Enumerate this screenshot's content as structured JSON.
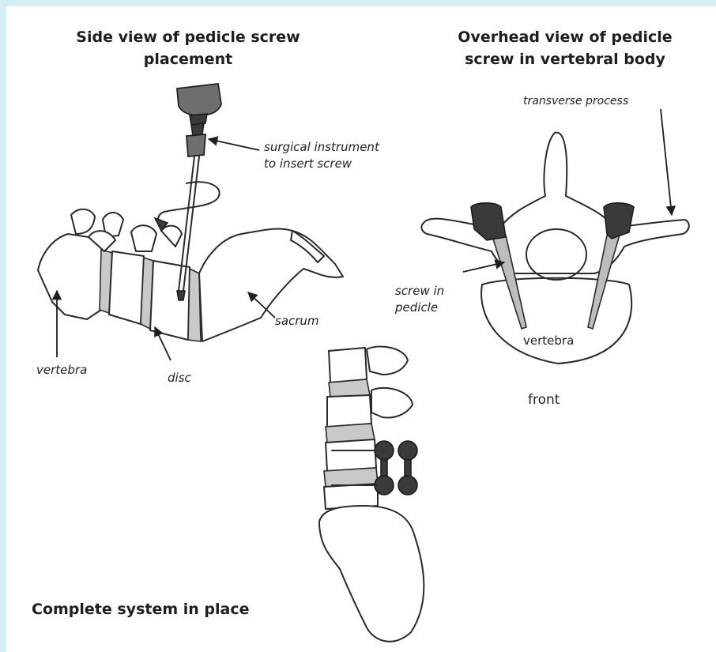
{
  "headings": {
    "side_view": [
      "Side view of pedicle screw",
      "placement"
    ],
    "overhead_view": [
      "Overhead view of pedicle",
      "screw in vertebral body"
    ],
    "complete_system": "Complete system in place"
  },
  "labels": {
    "surgical_instrument": [
      "surgical instrument",
      "to insert screw"
    ],
    "transverse_process": "transverse process",
    "screw_in_pedicle": [
      "screw in",
      "pedicle"
    ],
    "vertebra_top": "vertebra",
    "front": "front",
    "sacrum": "sacrum",
    "vertebra_side": "vertebra",
    "disc": "disc"
  },
  "colors": {
    "frame": "#d3eef5",
    "ink": "#2a2a2a",
    "disc_fill": "#c9c9c9",
    "metal": "#6e6e6e"
  }
}
